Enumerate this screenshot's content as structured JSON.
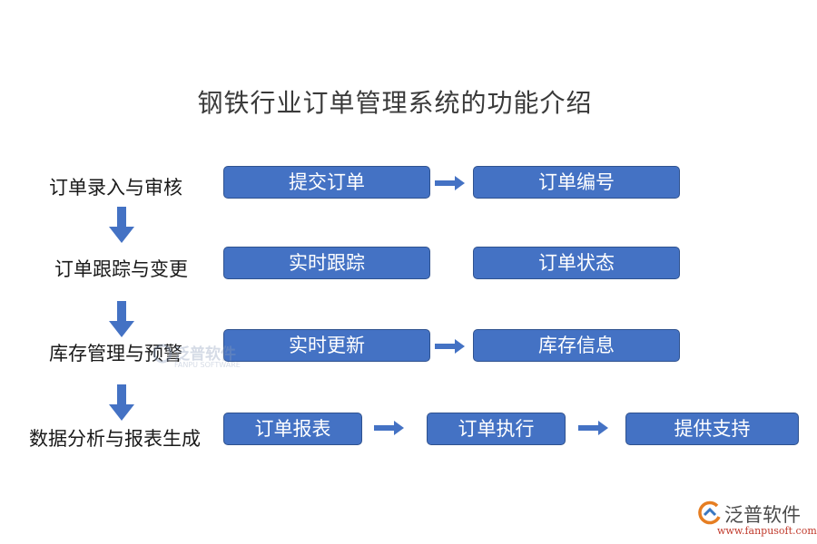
{
  "title": "钢铁行业订单管理系统的功能介绍",
  "stages": [
    {
      "label": "订单录入与审核",
      "boxes": [
        "提交订单",
        "订单编号"
      ]
    },
    {
      "label": "订单跟踪与变更",
      "boxes": [
        "实时跟踪",
        "订单状态"
      ]
    },
    {
      "label": "库存管理与预警",
      "boxes": [
        "实时更新",
        "库存信息"
      ]
    },
    {
      "label": "数据分析与报表生成",
      "boxes": [
        "订单报表",
        "订单执行",
        "提供支持"
      ]
    }
  ],
  "watermark": {
    "name": "泛普软件",
    "sub": "FANPU SOFTWARE"
  },
  "brand": {
    "name": "泛普软件",
    "url": "www.fanpusoft.com",
    "icon": "fanpu-logo-icon"
  },
  "colors": {
    "box_fill": "#4472c4",
    "box_border": "#2f528f",
    "arrow": "#4472c4"
  }
}
